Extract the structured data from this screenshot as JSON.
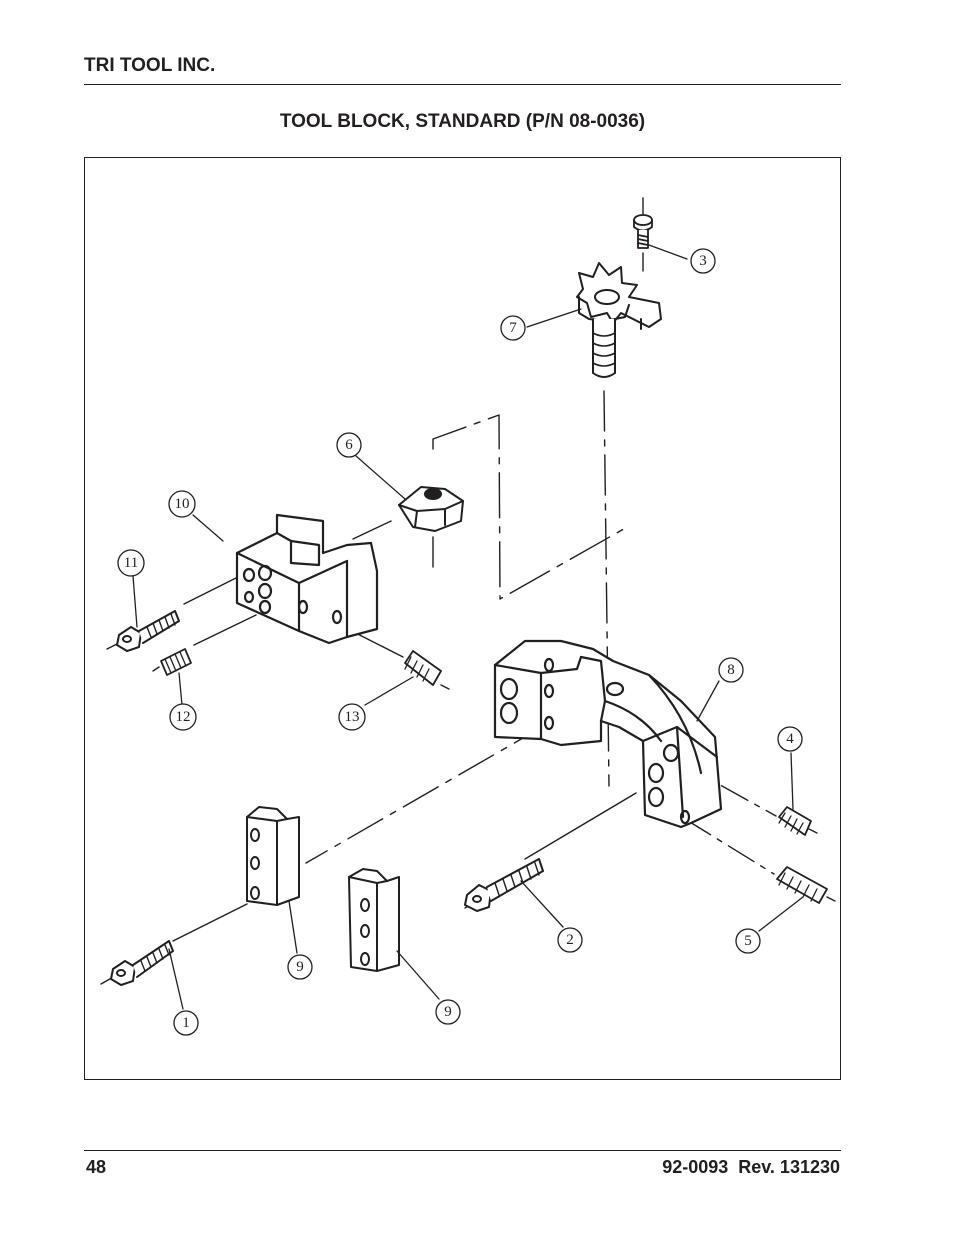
{
  "header": {
    "company": "TRI TOOL INC."
  },
  "title": "TOOL BLOCK, STANDARD (P/N 08-0036)",
  "figure": {
    "icon": "exploded-parts-diagram-icon",
    "callouts": {
      "c1": "1",
      "c2": "2",
      "c3": "3",
      "c4": "4",
      "c5": "5",
      "c6": "6",
      "c7": "7",
      "c8": "8",
      "c9a": "9",
      "c9b": "9",
      "c10": "10",
      "c11": "11",
      "c12": "12",
      "c13": "13"
    }
  },
  "footer": {
    "page": "48",
    "doc": "92-0093  Rev. 131230"
  }
}
